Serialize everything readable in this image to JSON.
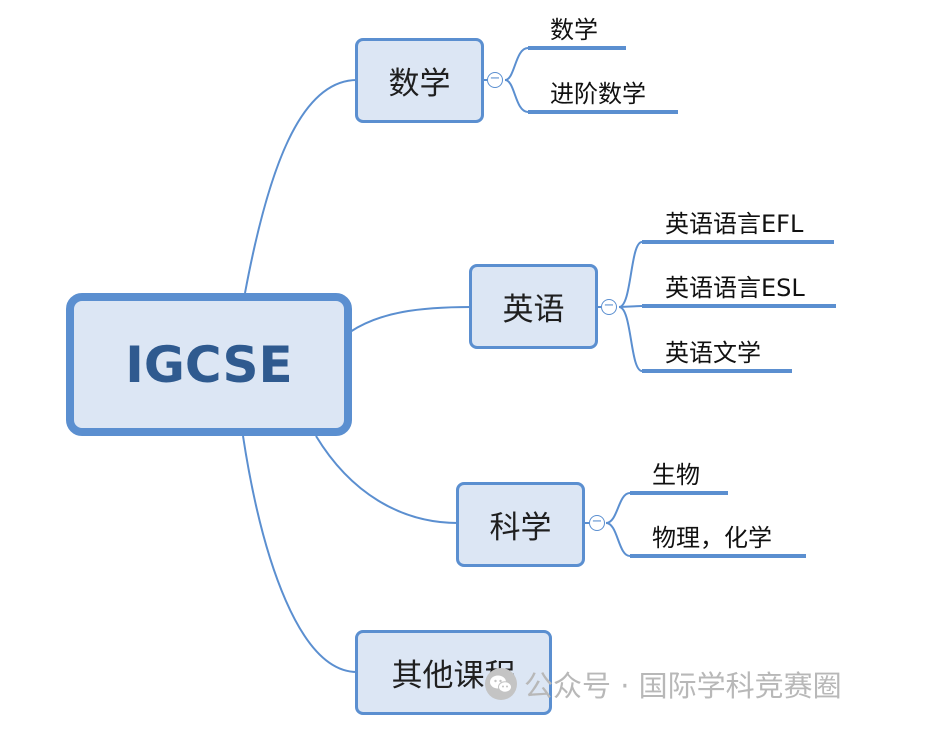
{
  "root": {
    "label": "IGCSE"
  },
  "branches": [
    {
      "label": "数学",
      "leaves": [
        "数学",
        "进阶数学"
      ]
    },
    {
      "label": "英语",
      "leaves": [
        "英语语言EFL",
        "英语语言ESL",
        "英语文学"
      ]
    },
    {
      "label": "科学",
      "leaves": [
        "生物",
        "物理，化学"
      ]
    },
    {
      "label": "其他课程",
      "leaves": []
    }
  ],
  "collapse_glyph": "−",
  "watermark": {
    "text": "公众号 · 国际学科竞赛圈",
    "icon": "wechat-icon"
  },
  "colors": {
    "line": "#5b8fd0",
    "node_fill": "#dce6f4",
    "root_text": "#2f5a8f",
    "watermark": "#b8b8b8"
  }
}
